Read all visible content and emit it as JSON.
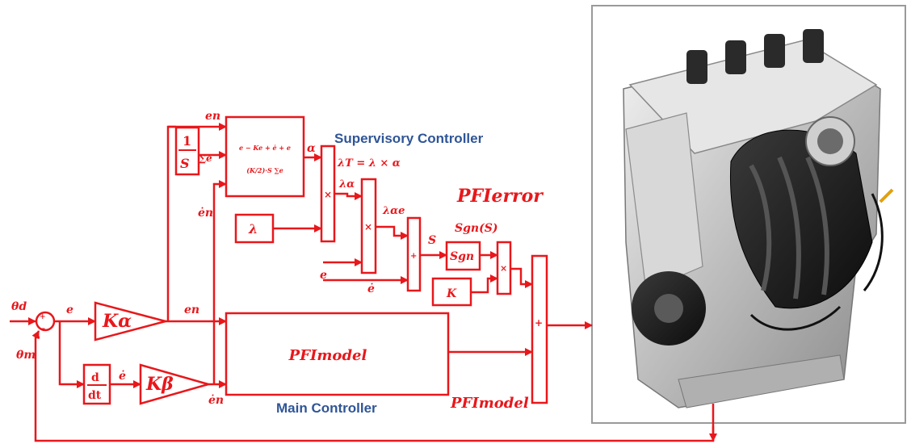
{
  "labels": {
    "theta_d": "θd",
    "theta_m": "θm",
    "e": "e",
    "e_dot": "ė",
    "e_n_top": "en",
    "e_n_mid": "en",
    "e_dot_n_upper": "ėn",
    "e_dot_n_lower": "ėn",
    "e_lower_mult": "e",
    "e_dot_sum": "ė",
    "alpha": "α",
    "lambda_t_eq": "λT = λ × α",
    "lambda_alpha": "λα",
    "lambda_alpha_e": "λαe",
    "s": "S",
    "sgn_s": "Sgn(S)",
    "pfi_error": "PFIerror",
    "pfi_model_out": "PFImodel"
  },
  "blocks": {
    "integrator_num": "1",
    "integrator_den": "S",
    "integrator_sum": "∑e",
    "fuzzy_top": "e − Ke + ė + e",
    "fuzzy_bottom": "(K/2)·S ∑e",
    "lambda": "λ",
    "k_alpha": "Kα",
    "k_beta": "Kβ",
    "deriv_num": "d",
    "deriv_den": "dt",
    "sgn": "Sgn",
    "k": "K",
    "pfi_model": "PFImodel",
    "mult": "×",
    "plus": "+"
  },
  "titles": {
    "supervisory": "Supervisory Controller",
    "main": "Main Controller"
  },
  "image": {
    "engine": "engine-photo"
  }
}
